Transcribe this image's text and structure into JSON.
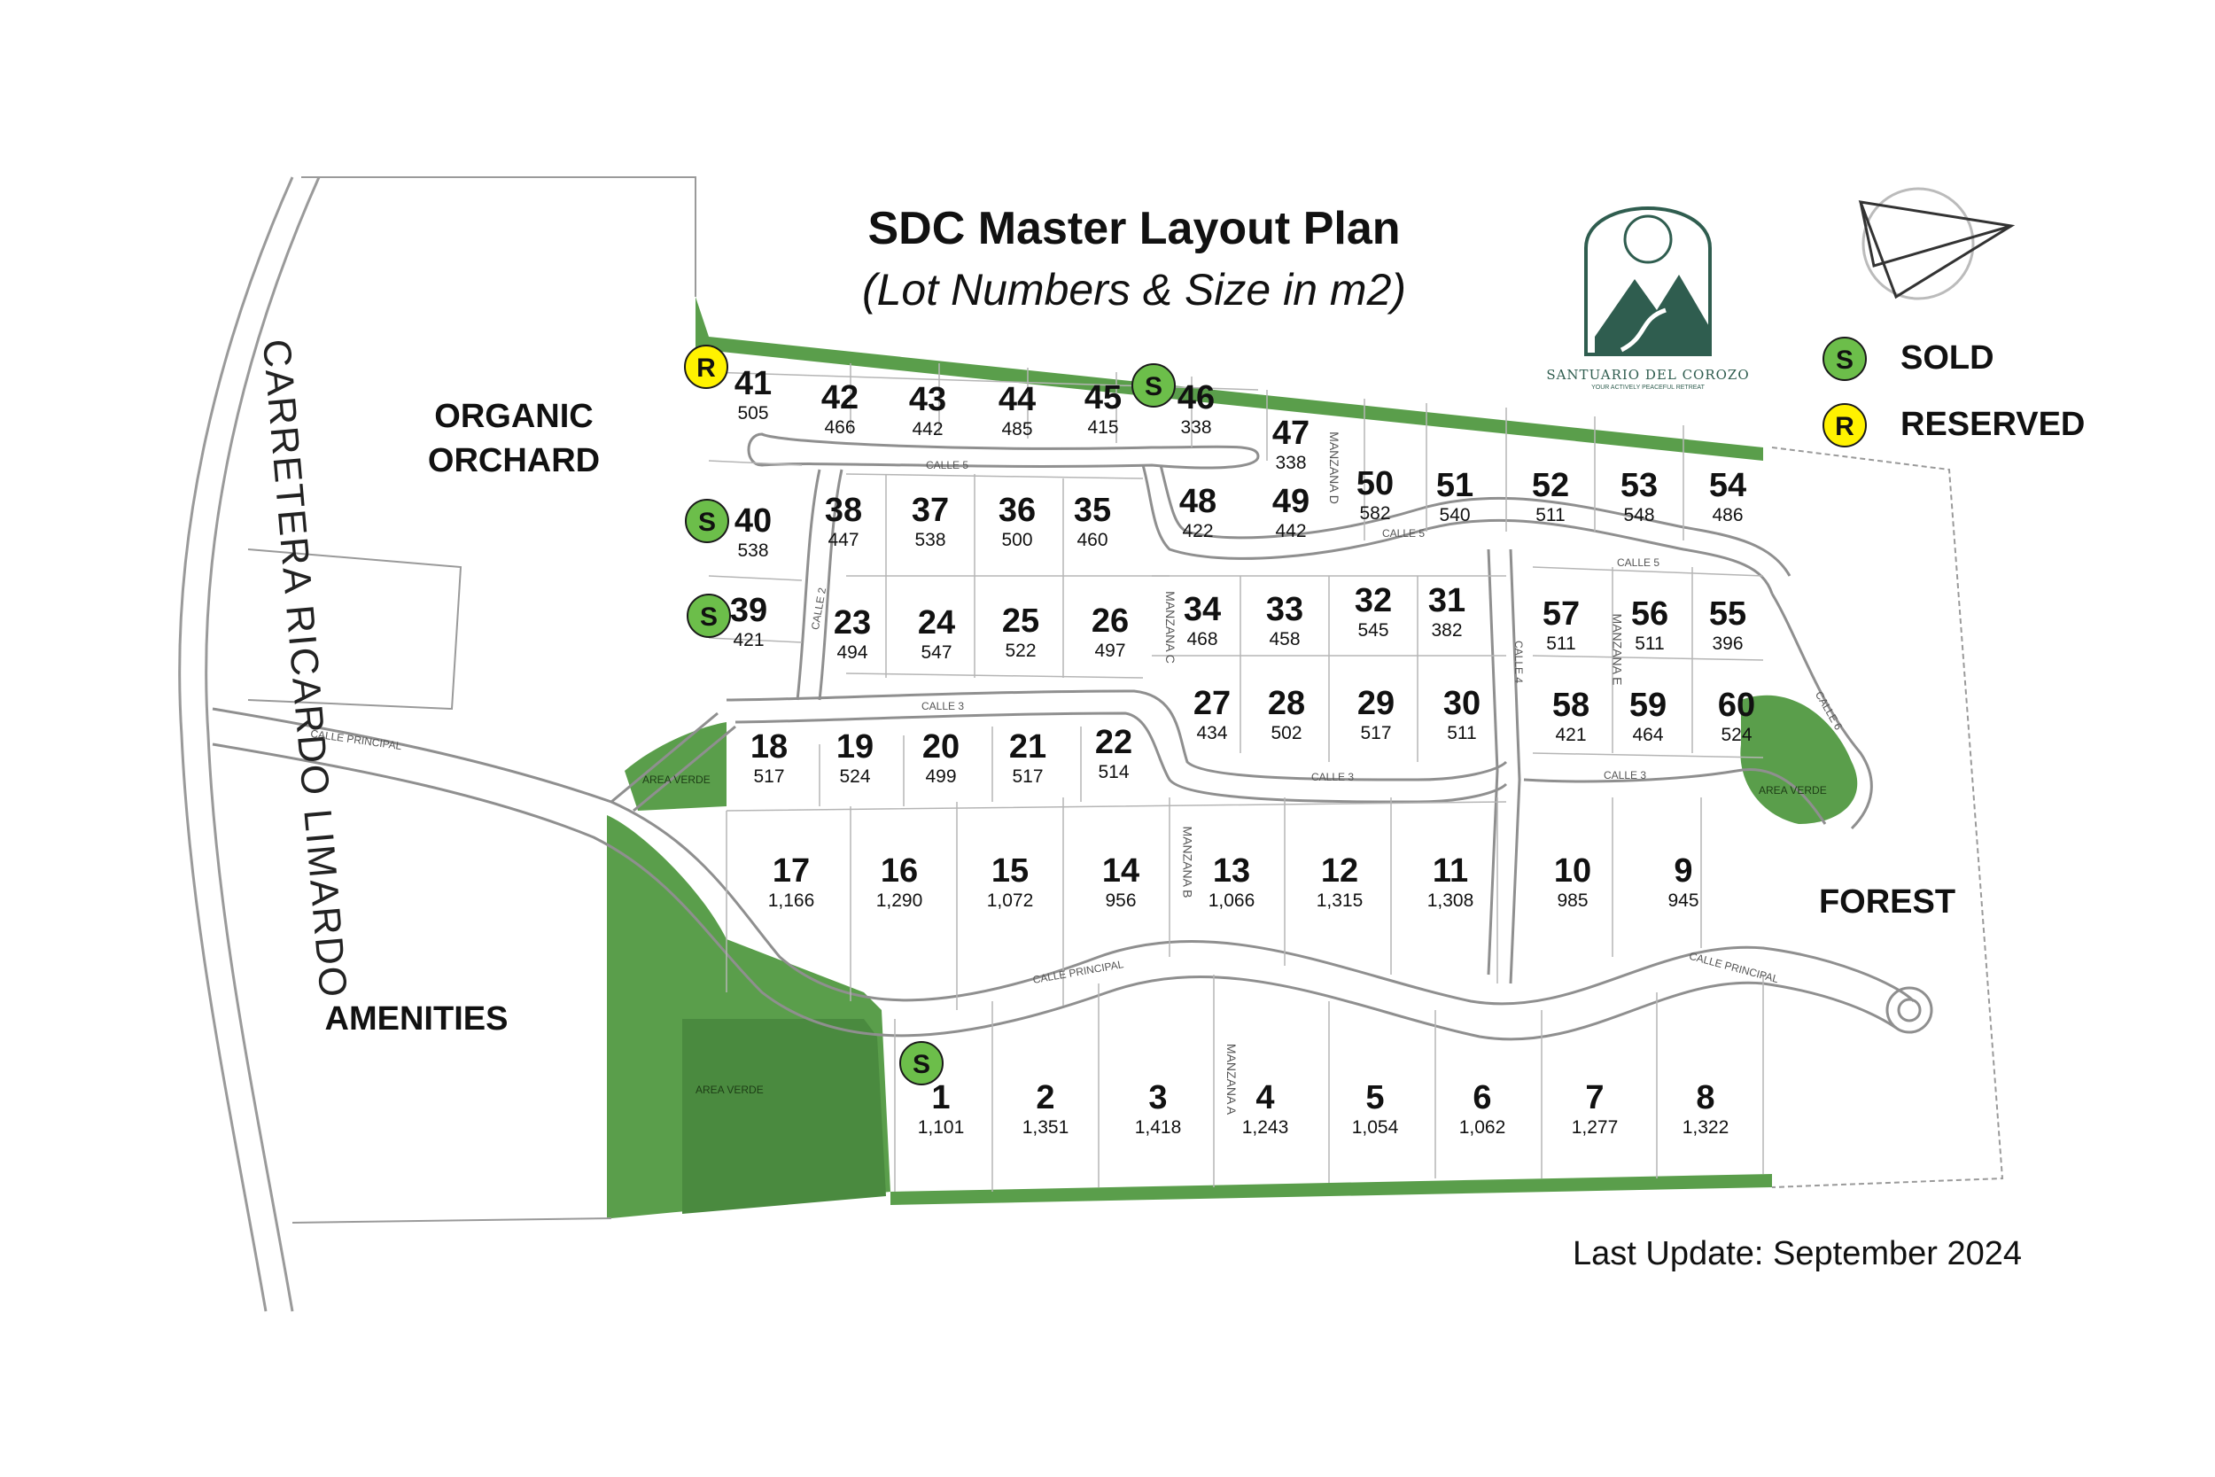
{
  "title": "SDC Master Layout Plan",
  "subtitle": "(Lot Numbers & Size in m2)",
  "last_update": "Last Update: September 2024",
  "logo": {
    "name": "SANTUARIO DEL COROZO",
    "tagline": "YOUR ACTIVELY PEACEFUL RETREAT"
  },
  "legend": {
    "sold_letter": "S",
    "sold_label": "SOLD",
    "reserved_letter": "R",
    "reserved_label": "RESERVED"
  },
  "colors": {
    "green_area": "#5a9e4b",
    "sold": "#6cbe4a",
    "reserved": "#fff200",
    "logo": "#2f5d4f"
  },
  "areas": {
    "orchard": "ORGANIC\nORCHARD",
    "amenities": "AMENITIES",
    "forest": "FOREST"
  },
  "road": {
    "name": "CARRETERA  RICARDO LIMARDO"
  },
  "streets": {
    "calle_principal": "CALLE PRINCIPAL",
    "calle_2": "CALLE 2",
    "calle_3": "CALLE 3",
    "calle_4": "CALLE 4",
    "calle_5": "CALLE 5",
    "calle_6": "CALLE 6",
    "area_verde": "AREA VERDE",
    "manzana_a": "MANZANA A",
    "manzana_b": "MANZANA B",
    "manzana_c": "MANZANA C",
    "manzana_d": "MANZANA D",
    "manzana_e": "MANZANA E"
  },
  "lots": [
    {
      "n": "1",
      "s": "1,101",
      "status": "sold"
    },
    {
      "n": "2",
      "s": "1,351",
      "status": ""
    },
    {
      "n": "3",
      "s": "1,418",
      "status": ""
    },
    {
      "n": "4",
      "s": "1,243",
      "status": ""
    },
    {
      "n": "5",
      "s": "1,054",
      "status": ""
    },
    {
      "n": "6",
      "s": "1,062",
      "status": ""
    },
    {
      "n": "7",
      "s": "1,277",
      "status": ""
    },
    {
      "n": "8",
      "s": "1,322",
      "status": ""
    },
    {
      "n": "9",
      "s": "945",
      "status": ""
    },
    {
      "n": "10",
      "s": "985",
      "status": ""
    },
    {
      "n": "11",
      "s": "1,308",
      "status": ""
    },
    {
      "n": "12",
      "s": "1,315",
      "status": ""
    },
    {
      "n": "13",
      "s": "1,066",
      "status": ""
    },
    {
      "n": "14",
      "s": "956",
      "status": ""
    },
    {
      "n": "15",
      "s": "1,072",
      "status": ""
    },
    {
      "n": "16",
      "s": "1,290",
      "status": ""
    },
    {
      "n": "17",
      "s": "1,166",
      "status": ""
    },
    {
      "n": "18",
      "s": "517",
      "status": ""
    },
    {
      "n": "19",
      "s": "524",
      "status": ""
    },
    {
      "n": "20",
      "s": "499",
      "status": ""
    },
    {
      "n": "21",
      "s": "517",
      "status": ""
    },
    {
      "n": "22",
      "s": "514",
      "status": ""
    },
    {
      "n": "23",
      "s": "494",
      "status": ""
    },
    {
      "n": "24",
      "s": "547",
      "status": ""
    },
    {
      "n": "25",
      "s": "522",
      "status": ""
    },
    {
      "n": "26",
      "s": "497",
      "status": ""
    },
    {
      "n": "27",
      "s": "434",
      "status": ""
    },
    {
      "n": "28",
      "s": "502",
      "status": ""
    },
    {
      "n": "29",
      "s": "517",
      "status": ""
    },
    {
      "n": "30",
      "s": "511",
      "status": ""
    },
    {
      "n": "31",
      "s": "382",
      "status": ""
    },
    {
      "n": "32",
      "s": "545",
      "status": ""
    },
    {
      "n": "33",
      "s": "458",
      "status": ""
    },
    {
      "n": "34",
      "s": "468",
      "status": ""
    },
    {
      "n": "35",
      "s": "460",
      "status": ""
    },
    {
      "n": "36",
      "s": "500",
      "status": ""
    },
    {
      "n": "37",
      "s": "538",
      "status": ""
    },
    {
      "n": "38",
      "s": "447",
      "status": ""
    },
    {
      "n": "39",
      "s": "421",
      "status": "sold"
    },
    {
      "n": "40",
      "s": "538",
      "status": "sold"
    },
    {
      "n": "41",
      "s": "505",
      "status": "reserved"
    },
    {
      "n": "42",
      "s": "466",
      "status": ""
    },
    {
      "n": "43",
      "s": "442",
      "status": ""
    },
    {
      "n": "44",
      "s": "485",
      "status": ""
    },
    {
      "n": "45",
      "s": "415",
      "status": ""
    },
    {
      "n": "46",
      "s": "338",
      "status": "sold"
    },
    {
      "n": "47",
      "s": "338",
      "status": ""
    },
    {
      "n": "48",
      "s": "422",
      "status": ""
    },
    {
      "n": "49",
      "s": "442",
      "status": ""
    },
    {
      "n": "50",
      "s": "582",
      "status": ""
    },
    {
      "n": "51",
      "s": "540",
      "status": ""
    },
    {
      "n": "52",
      "s": "511",
      "status": ""
    },
    {
      "n": "53",
      "s": "548",
      "status": ""
    },
    {
      "n": "54",
      "s": "486",
      "status": ""
    },
    {
      "n": "55",
      "s": "396",
      "status": ""
    },
    {
      "n": "56",
      "s": "511",
      "status": ""
    },
    {
      "n": "57",
      "s": "511",
      "status": ""
    },
    {
      "n": "58",
      "s": "421",
      "status": ""
    },
    {
      "n": "59",
      "s": "464",
      "status": ""
    },
    {
      "n": "60",
      "s": "524",
      "status": ""
    }
  ]
}
